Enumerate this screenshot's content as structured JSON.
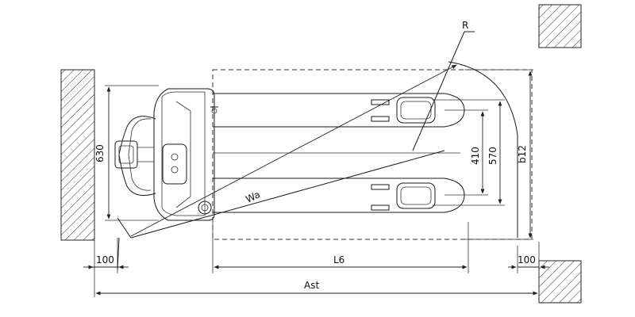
{
  "labels": {
    "radius": "R",
    "wa": "Wa",
    "width_630": "630",
    "width_410": "410",
    "width_570": "570",
    "width_b12": "b12",
    "clearance_left": "100",
    "clearance_right": "100",
    "length_l6": "L6",
    "aisle_ast": "Ast"
  }
}
